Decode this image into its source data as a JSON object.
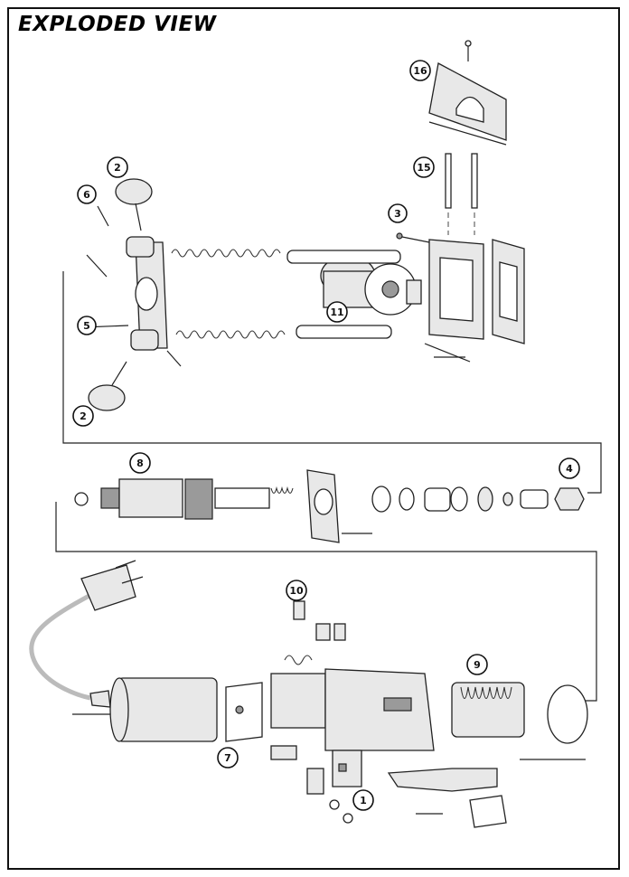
{
  "title": "EXPLODED VIEW",
  "callouts": [
    "1",
    "2",
    "2",
    "3",
    "4",
    "5",
    "6",
    "7",
    "8",
    "9",
    "10",
    "11",
    "15",
    "16"
  ]
}
